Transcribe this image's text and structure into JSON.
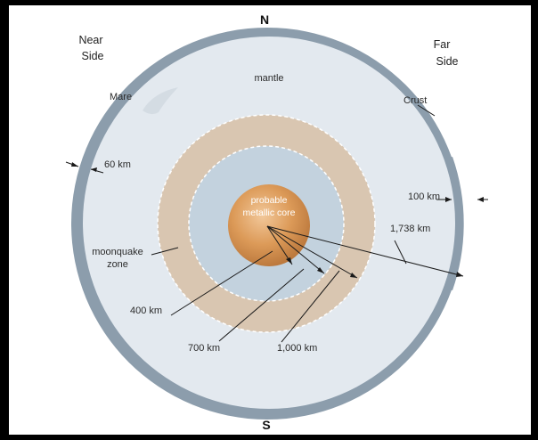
{
  "compass": {
    "north": "N",
    "south": "S"
  },
  "sides": {
    "near": [
      "Near",
      "Side"
    ],
    "far": [
      "Far",
      "Side"
    ]
  },
  "layers": {
    "mantle": "mantle",
    "mare": "Mare",
    "crust": "Crust",
    "core": [
      "probable",
      "metallic core"
    ],
    "moonquake_zone": [
      "moonquake",
      "zone"
    ]
  },
  "crust_thickness": {
    "near_side": "60 km",
    "far_side": "100 km"
  },
  "depths": {
    "d400": "400 km",
    "d700": "700 km",
    "d1000": "1,000 km"
  },
  "radius": "1,738 km",
  "colors": {
    "crust": "#8c9dac",
    "mantle": "#e3e9ef",
    "moonquake_zone": "#d9c6b1",
    "inner_zone": "#c3d2de",
    "core": "#d89350"
  }
}
